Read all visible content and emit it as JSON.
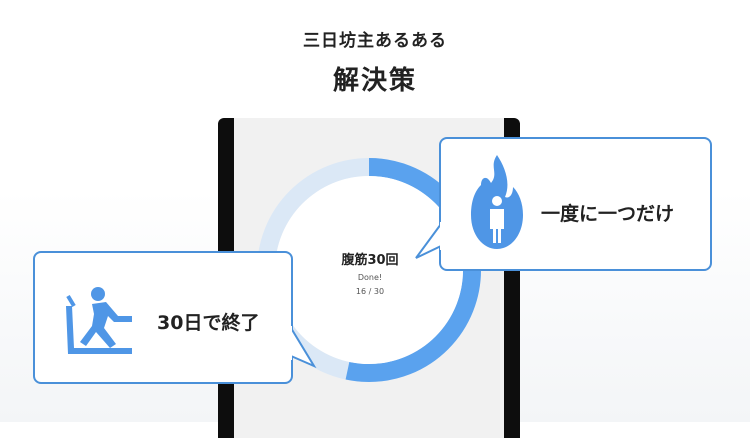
{
  "header": {
    "subtitle": "三日坊主あるある",
    "title": "解決策"
  },
  "app": {
    "task_name": "腹筋30回",
    "status": "Done!",
    "progress_text": "16 / 30",
    "progress_done": 16,
    "progress_total": 30
  },
  "callouts": [
    {
      "label": "一度に一つだけ",
      "icon": "flame-person-icon"
    },
    {
      "label": "30日で終了",
      "icon": "treadmill-runner-icon"
    }
  ],
  "colors": {
    "accent": "#5aa2ee",
    "ring_track": "#dbe8f6",
    "bubble_border": "#4a90d9",
    "phone_frame": "#0d0d0d"
  }
}
